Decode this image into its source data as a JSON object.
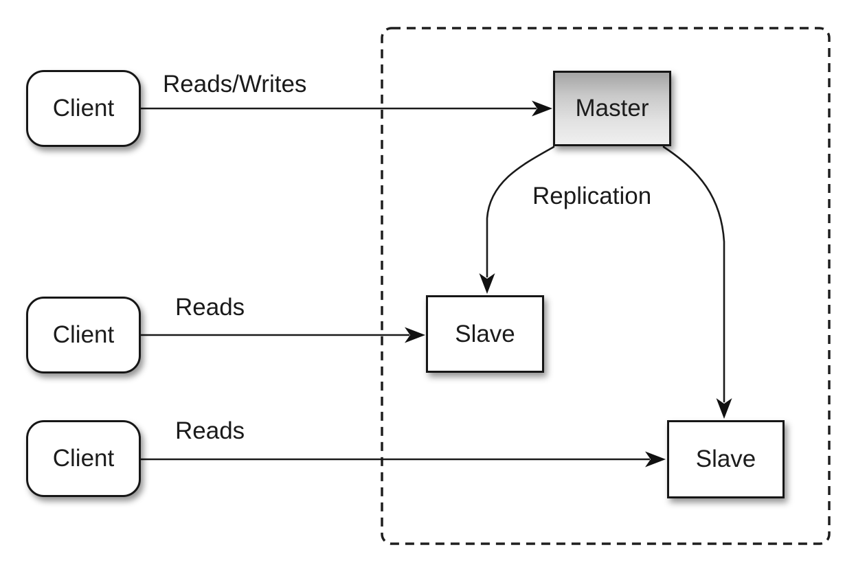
{
  "diagram": {
    "nodes": {
      "client1": {
        "label": "Client"
      },
      "client2": {
        "label": "Client"
      },
      "client3": {
        "label": "Client"
      },
      "master": {
        "label": "Master"
      },
      "slave1": {
        "label": "Slave"
      },
      "slave2": {
        "label": "Slave"
      }
    },
    "edges": [
      {
        "from": "client1",
        "to": "master",
        "label": "Reads/Writes"
      },
      {
        "from": "client2",
        "to": "slave1",
        "label": "Reads"
      },
      {
        "from": "client3",
        "to": "slave2",
        "label": "Reads"
      },
      {
        "from": "master",
        "to": "slave1",
        "label": "Replication"
      },
      {
        "from": "master",
        "to": "slave2",
        "label": ""
      }
    ],
    "colors": {
      "background": "#ffffff",
      "stroke": "#1a1a1a",
      "node_fill": "#ffffff",
      "master_fill_top": "#a4a4a4",
      "master_fill_bottom": "#efefef"
    }
  }
}
